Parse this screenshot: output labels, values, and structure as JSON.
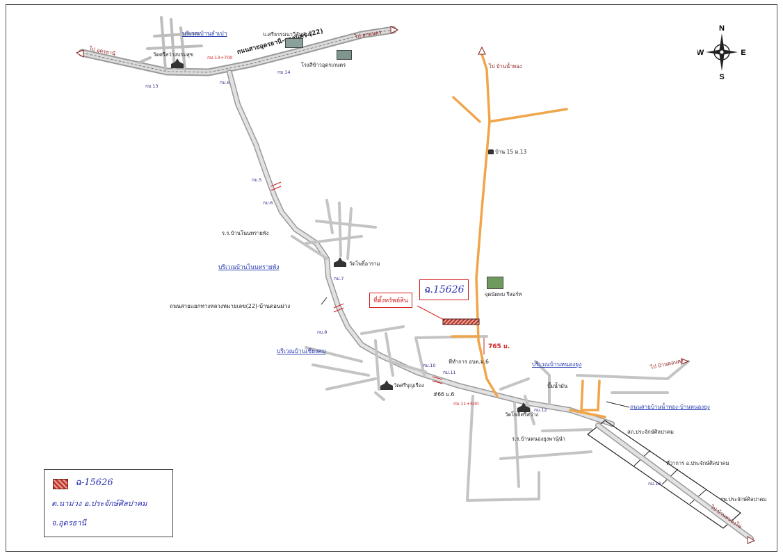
{
  "map": {
    "compass": {
      "n": "N",
      "s": "S",
      "e": "E",
      "w": "W"
    },
    "areas": {
      "ban_lam_pao": "บริเวณบ้านลำเปา",
      "ban_non_sa_phang": "บริเวณบ้านโนนทรายพัง",
      "ban_chiang_khom": "บริเวณบ้านเชียงคม",
      "ban_nong_yung": "บริเวณบ้านหนองยุง"
    },
    "roads": {
      "highway_22": "ถนนสายอุดรธานี-สกลนคร (22)",
      "junction_road": "ถนนสายแยกทางหลวงหมายเลข(22)-บ้านดอนม่วง",
      "ban_nam_thong_road": "ถนนสายบ้านน้ำทอง-บ้านหนองยุง"
    },
    "directions": {
      "to_udon": "ไป อุดรธานี",
      "to_sakon": "ไป สกลนคร",
      "to_ban_nam_thong": "ไป บ้านน้ำทอง",
      "to_ban_don_khong": "ไป บ้านดอนคง",
      "to_ban_nong_pho": "ไป บ้านหนองโพ"
    },
    "places": {
      "temple_si_sawang": "วัดศรีสว่างบรมสุข",
      "school_phuttha": "บ.ศรีธรรมนาวีสัมพันธ์",
      "rice_mill": "โรงสีข้าวอุดรเกษตร",
      "school_non_sa_phang": "ร.ร.บ้านโนนทรายพัง",
      "temple_pho_aram": "วัดโพธิ์อาราม",
      "temple_si_bun_ruang": "วัดศรีบุญเรือง",
      "district_office": "ที่ทำการ อบต.ม.6",
      "temple_pho_si": "วัดโพธิ์ศรีสว่าง",
      "school_nong_yung": "ร.ร.บ้านหนองยุงพานุ้นำ",
      "gas_station": "ปั๊มน้ำมัน",
      "garden_resort": "จุดนัดพบ รีสอร์ท",
      "police": "สภ.ประจักษ์ศิลปาคม",
      "district_hall": "ที่ว่าการ อ.ประจักษ์ศิลปาคม",
      "hospital": "รพ.ประจักษ์ศิลปาคม",
      "house_15": "บ้าน 15 ม.13",
      "house_66": "#66 ม.6"
    },
    "km_marks": [
      "กม.13",
      "กม.13+700",
      "กม.14",
      "กม.6",
      "กม.5",
      "กม.6",
      "กม.7",
      "กม.8",
      "กม.10",
      "กม.11",
      "กม.11+500",
      "กม.12",
      "กม.13"
    ],
    "parcel": {
      "location_label": "ที่ตั้งทรัพย์สิน",
      "parcel_no": "ฉ.15626",
      "distance": "765 ม."
    }
  },
  "legend": {
    "line1": "ฉ-15626",
    "line2": "ต.นาม่วง อ.ประจักษ์ศิลปาคม",
    "line3": "จ.อุดรธานี"
  },
  "colors": {
    "road_gray": "#b8b8b8",
    "road_orange": "#f0a54a",
    "parcel_red": "#d21c1c",
    "area_blue": "#2a3fb0"
  }
}
